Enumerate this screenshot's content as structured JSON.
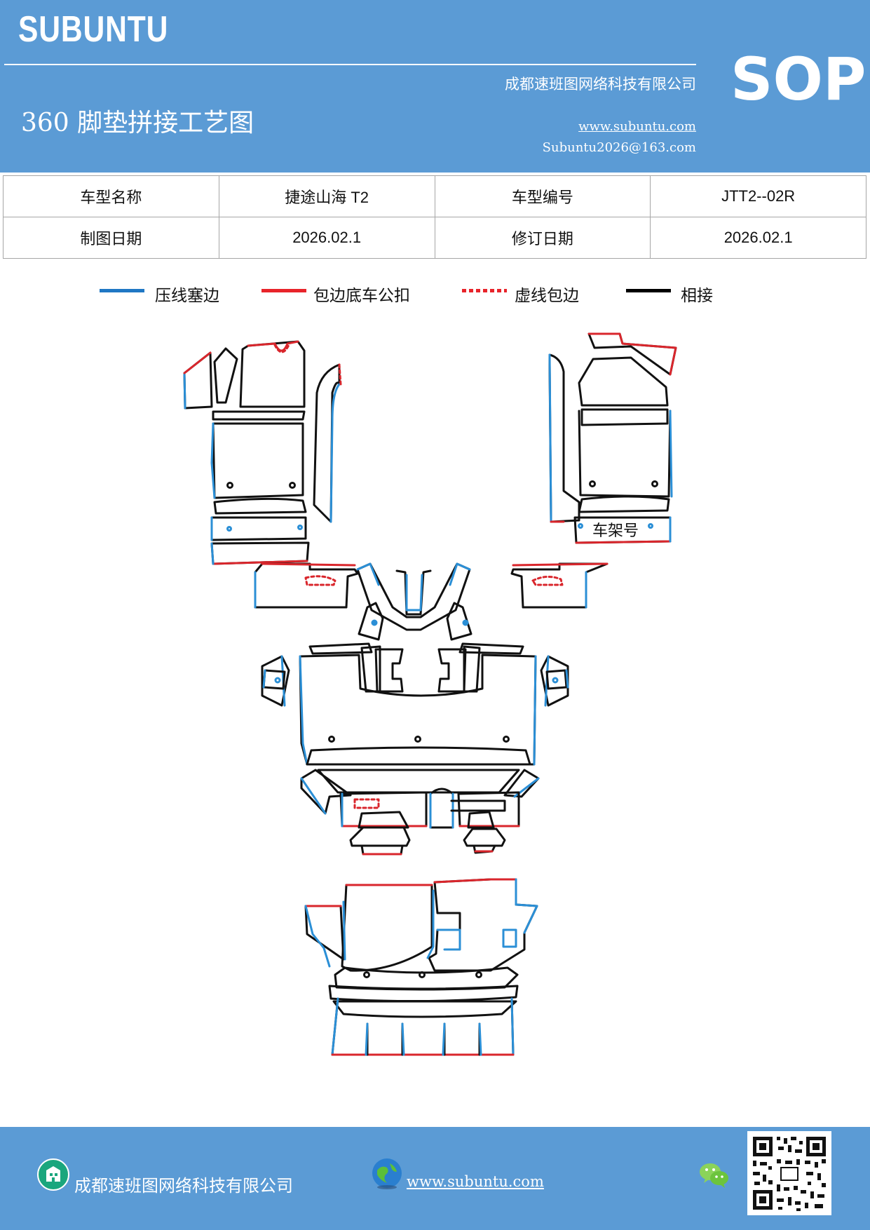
{
  "header": {
    "brand": "SUBUNTU",
    "company": "成都速班图网络科技有限公司",
    "doc_title": "360 脚垫拼接工艺图",
    "website": "www.subuntu.com",
    "email": "Subuntu2026@163.com",
    "badge": "SOP"
  },
  "info": {
    "model_name_label": "车型名称",
    "model_name": "捷途山海 T2",
    "model_code_label": "车型编号",
    "model_code": "JTT2--02R",
    "draw_date_label": "制图日期",
    "draw_date": "2026.02.1",
    "revise_date_label": "修订日期",
    "revise_date": "2026.02.1"
  },
  "legend": [
    {
      "label": "压线塞边",
      "color": "#1f77c4",
      "style": "solid"
    },
    {
      "label": "包边底车公扣",
      "color": "#e8232a",
      "style": "solid"
    },
    {
      "label": "虚线包边",
      "color": "#e8232a",
      "style": "dotted"
    },
    {
      "label": "相接",
      "color": "#000000",
      "style": "solid"
    }
  ],
  "diagram": {
    "vin_label": "车架号",
    "colors": {
      "blue": "#2b8fd6",
      "red": "#d9262c",
      "black": "#111111"
    }
  },
  "footer": {
    "company": "成都速班图网络科技有限公司",
    "website": "www.subuntu.com",
    "icons": [
      "building-icon",
      "globe-icon",
      "wechat-icon",
      "qr-code"
    ]
  }
}
